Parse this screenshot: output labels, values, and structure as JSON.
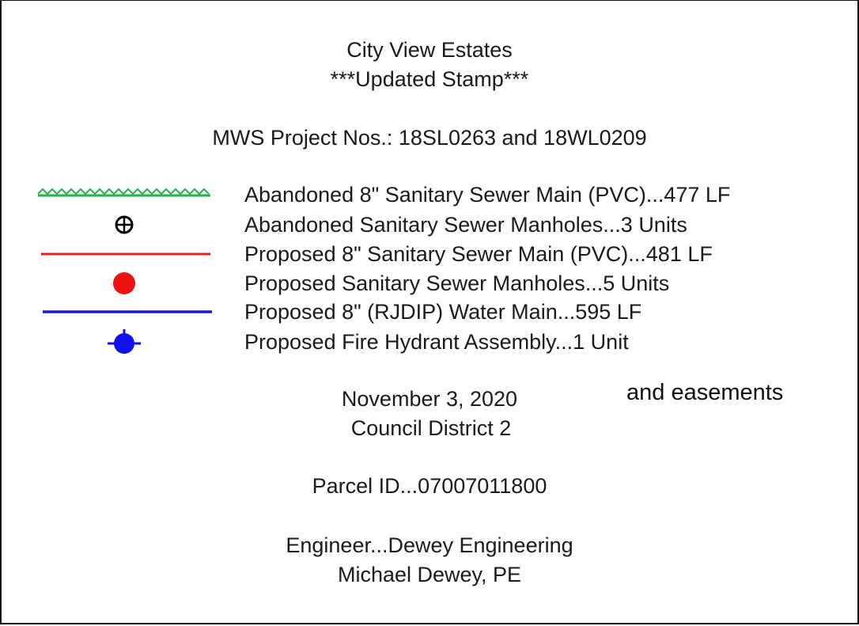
{
  "header": {
    "title": "City View Estates",
    "subtitle": "***Updated Stamp***",
    "project_numbers": "MWS Project Nos.: 18SL0263 and 18WL0209"
  },
  "legend": {
    "items": [
      {
        "label": "Abandoned 8\" Sanitary Sewer Main (PVC)...477 LF",
        "symbol": "zigzag-line-icon",
        "color": "#22b14c"
      },
      {
        "label": "Abandoned Sanitary Sewer Manholes...3 Units",
        "symbol": "crossed-circle-icon",
        "color": "#000000"
      },
      {
        "label": "Proposed 8\" Sanitary Sewer Main (PVC)...481 LF",
        "symbol": "solid-line-icon",
        "color": "#e0201f"
      },
      {
        "label": "Proposed Sanitary Sewer Manholes...5 Units",
        "symbol": "filled-circle-icon",
        "color": "#ee1111"
      },
      {
        "label": "Proposed 8\" (RJDIP) Water Main...595 LF",
        "symbol": "solid-line-icon",
        "color": "#1a1acc"
      },
      {
        "label": "Proposed Fire Hydrant Assembly...1 Unit",
        "symbol": "hydrant-circle-icon",
        "color": "#1111ee"
      }
    ]
  },
  "details": {
    "date": "November 3, 2020",
    "district": "Council District 2",
    "side_note": "and easements",
    "parcel": "Parcel ID...07007011800",
    "engineer": "Engineer...Dewey Engineering",
    "engineer_name": "Michael Dewey, PE"
  }
}
